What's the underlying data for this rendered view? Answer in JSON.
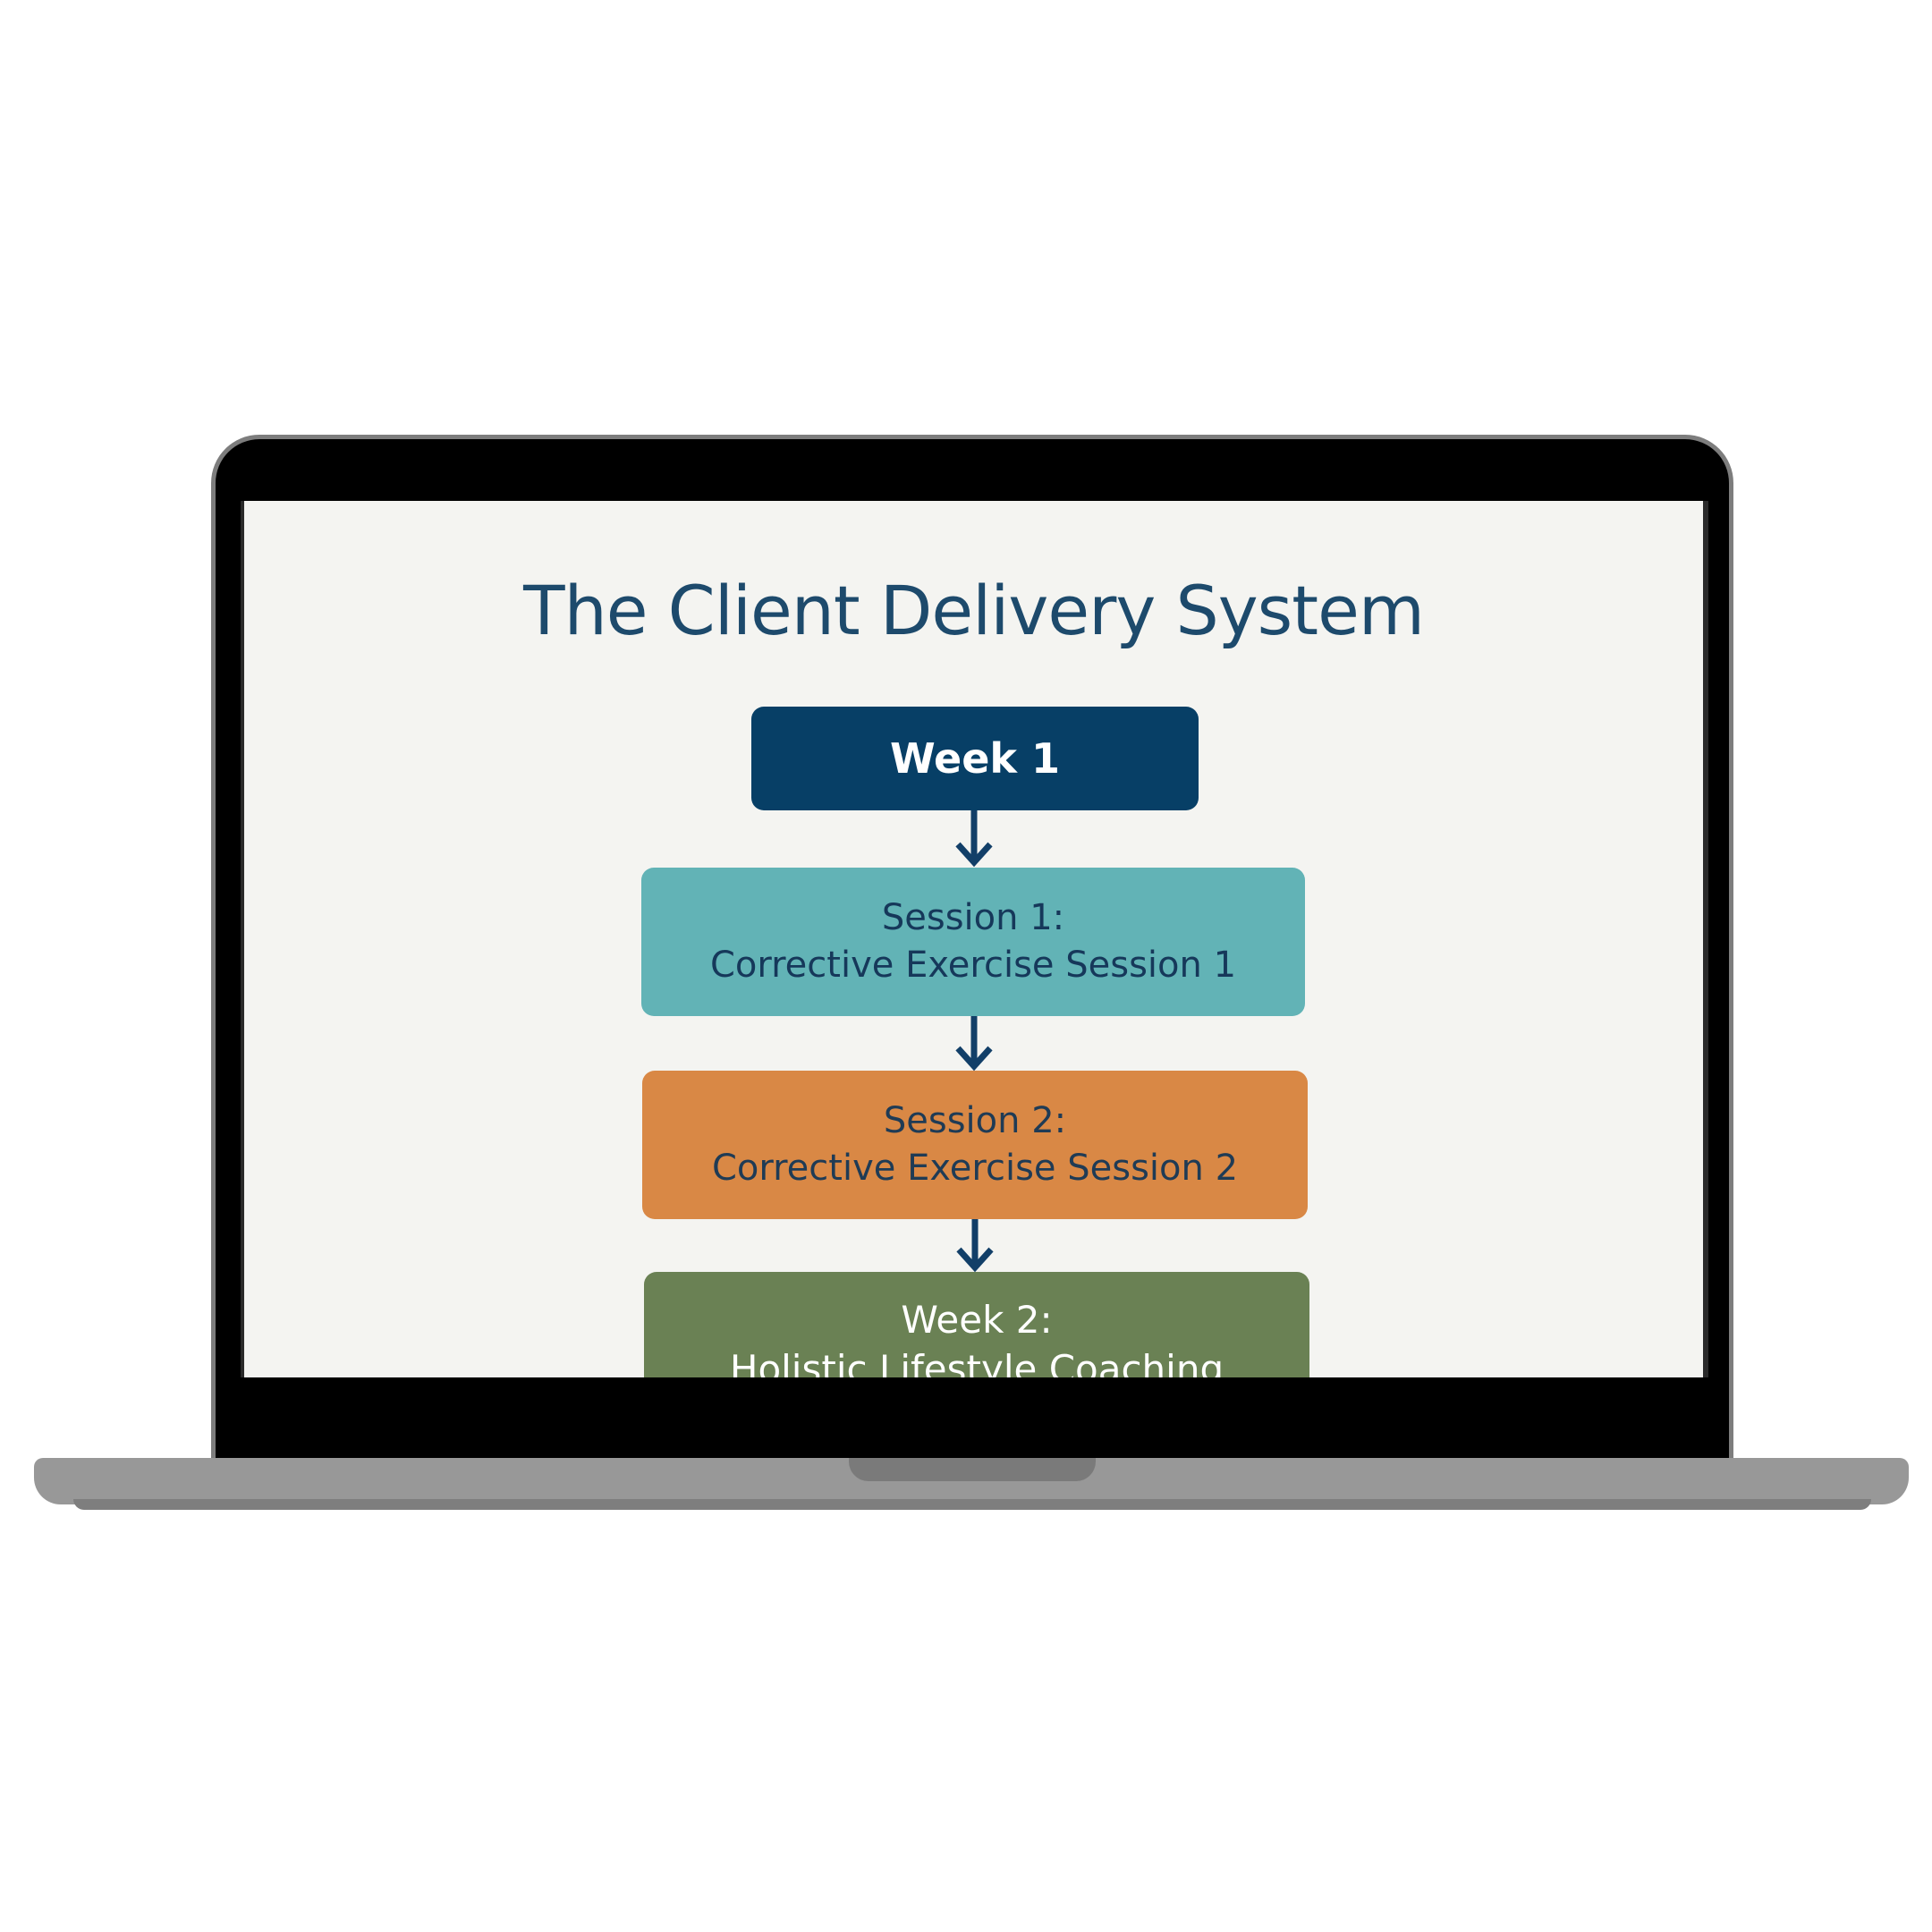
{
  "diagram": {
    "title": "The Client Delivery System",
    "steps": [
      {
        "lines": [
          "Week 1"
        ],
        "color": "#073f66"
      },
      {
        "lines": [
          "Session 1:",
          "Corrective Exercise Session 1"
        ],
        "color": "#62b3b6"
      },
      {
        "lines": [
          "Session 2:",
          "Corrective Exercise Session 2"
        ],
        "color": "#d98845"
      },
      {
        "lines": [
          "Week 2:",
          "Holistic Lifestyle Coaching"
        ],
        "color": "#6a8154"
      }
    ],
    "arrow_color": "#123f68"
  }
}
